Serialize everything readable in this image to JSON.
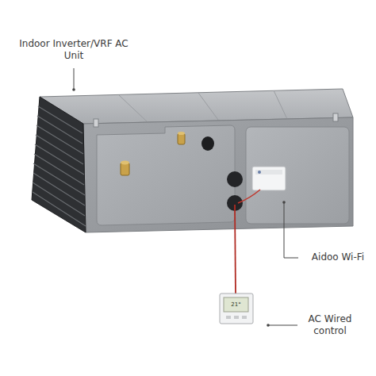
{
  "diagram": {
    "labels": [
      "Indoor Inverter/VRF AC Unit",
      "Aidoo Wi-Fi",
      "AC Wired control",
      "21°"
    ]
  }
}
